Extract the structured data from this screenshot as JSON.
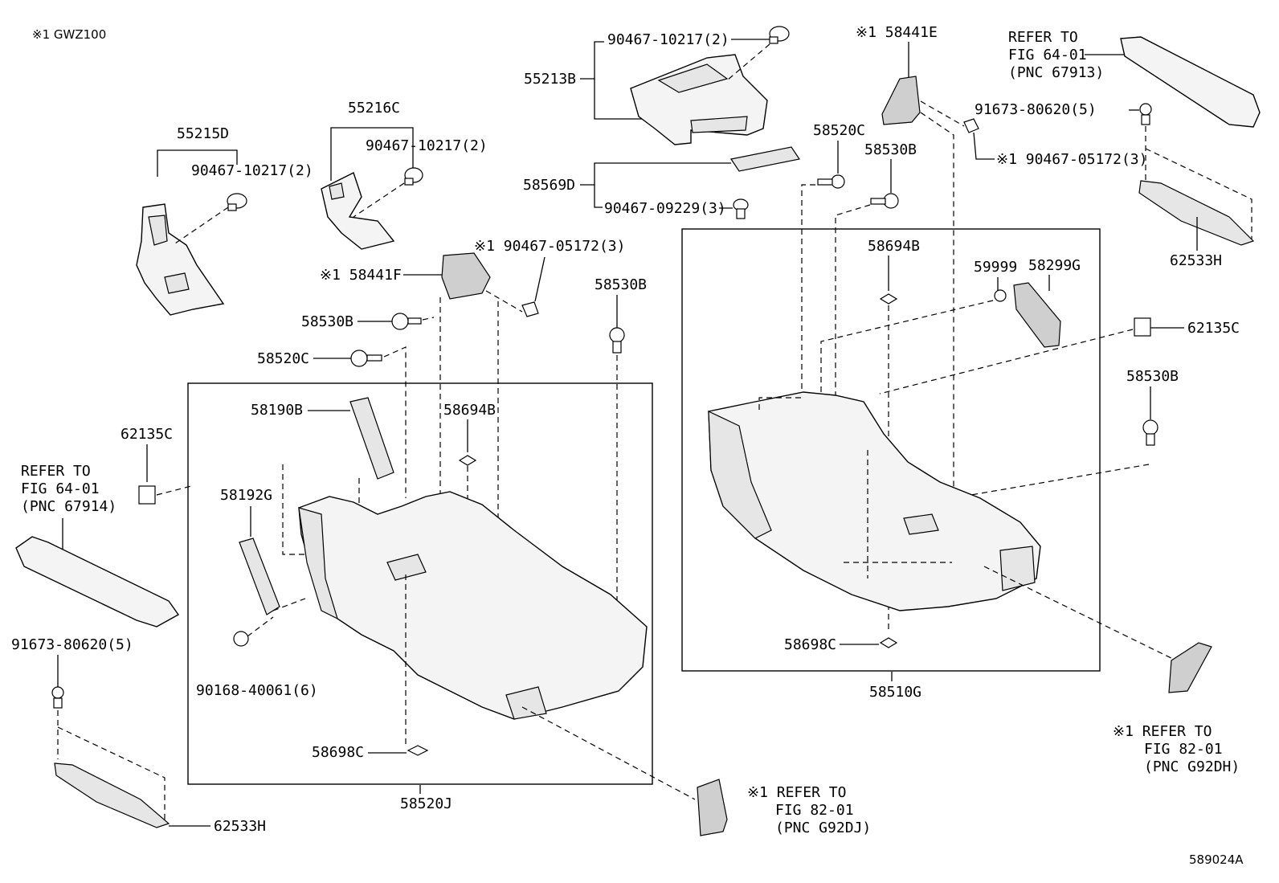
{
  "header": {
    "note": "※1 GWZ100"
  },
  "footer": {
    "figure_id": "589024A"
  },
  "labels": {
    "p55215D": "55215D",
    "p90467_10217_a": "90467-10217(2)",
    "p55216C": "55216C",
    "p90467_10217_b": "90467-10217(2)",
    "p55213B": "55213B",
    "p90467_10217_c": "90467-10217(2)",
    "p58569D": "58569D",
    "p90467_09229": "90467-09229(3)",
    "p58441E": "※1 58441E",
    "p58520C_top": "58520C",
    "p58530B_top": "58530B",
    "p90467_05172_right": "※1 90467-05172(3)",
    "p91673_80620_right": "91673-80620(5)",
    "p62533H_right": "62533H",
    "p90467_05172_mid": "※1 90467-05172(3)",
    "p58441F": "※1 58441F",
    "p58530B_mid": "58530B",
    "p58520C_mid": "58520C",
    "p58530B_post": "58530B",
    "p58694B_left": "58694B",
    "p58190B": "58190B",
    "p58192G": "58192G",
    "p62135C_left": "62135C",
    "p90168_40061": "90168-40061(6)",
    "p58698C_left": "58698C",
    "p58520J": "58520J",
    "p58694B_right": "58694B",
    "p59999": "59999",
    "p58299G": "58299G",
    "p62135C_right": "62135C",
    "p58530B_right": "58530B",
    "p58698C_right": "58698C",
    "p58510G": "58510G",
    "p91673_80620_left": "91673-80620(5)",
    "p62533H_left": "62533H"
  },
  "refs": {
    "topright": [
      "REFER TO",
      "FIG 64-01",
      "(PNC 67913)"
    ],
    "left": [
      "REFER TO",
      "FIG 64-01",
      "(PNC 67914)"
    ],
    "bottom_mid": [
      "※1 REFER TO",
      "FIG 82-01",
      "(PNC G92DJ)"
    ],
    "bottom_right": [
      "※1 REFER TO",
      "FIG 82-01",
      "(PNC G92DH)"
    ]
  }
}
